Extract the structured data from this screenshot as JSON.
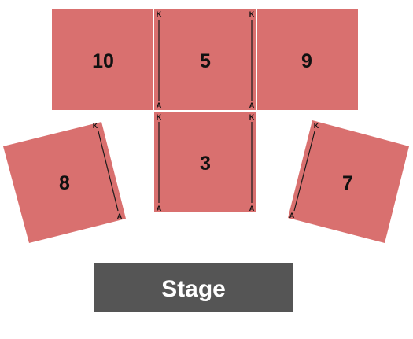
{
  "colors": {
    "section_fill": "#d9706f",
    "stage_fill": "#555555",
    "stage_text": "#ffffff",
    "background": "#ffffff"
  },
  "sections": [
    {
      "id": "10",
      "label": "10"
    },
    {
      "id": "5",
      "label": "5",
      "row_first": "A",
      "row_last": "K"
    },
    {
      "id": "9",
      "label": "9"
    },
    {
      "id": "3",
      "label": "3",
      "row_first": "A",
      "row_last": "K"
    },
    {
      "id": "8",
      "label": "8",
      "row_first": "A",
      "row_last": "K"
    },
    {
      "id": "7",
      "label": "7",
      "row_first": "A",
      "row_last": "K"
    }
  ],
  "stage": {
    "label": "Stage"
  }
}
